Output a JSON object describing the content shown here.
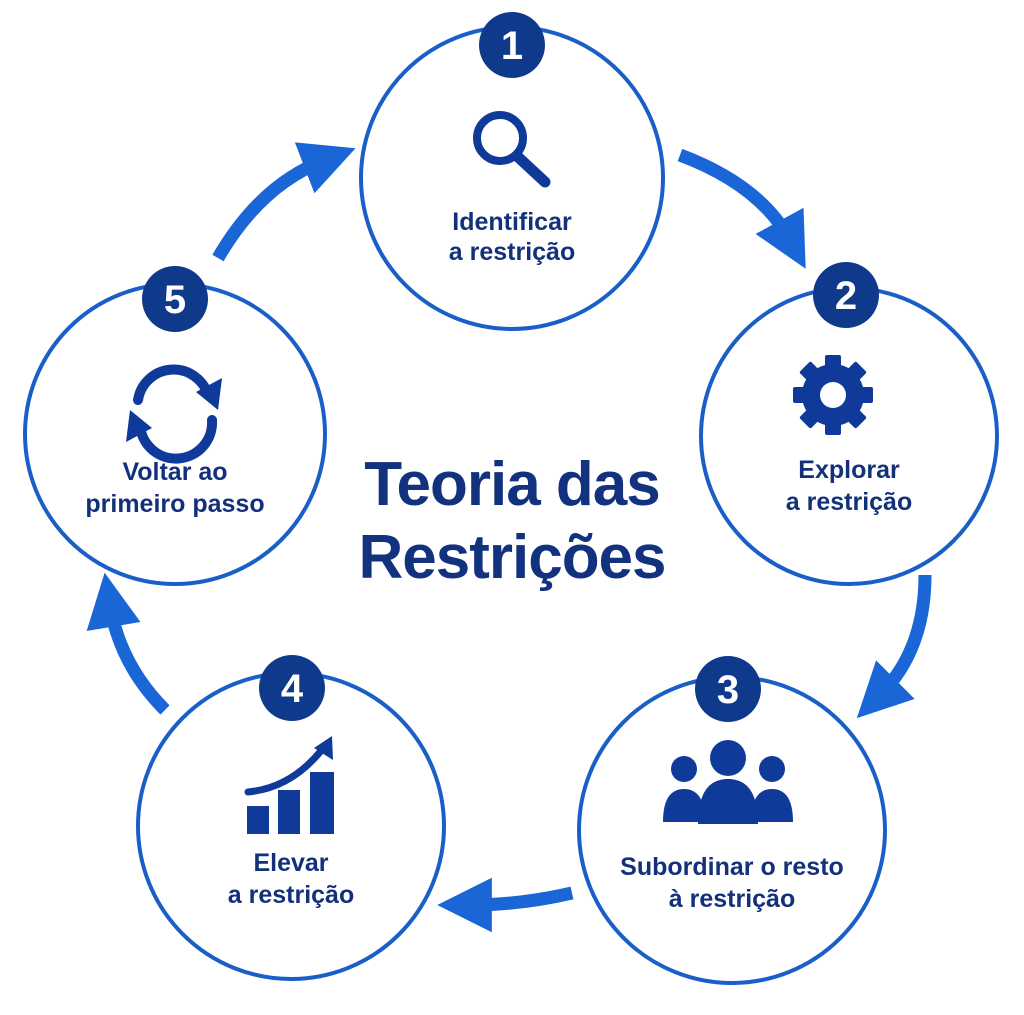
{
  "title": {
    "line1": "Teoria das",
    "line2": "Restrições"
  },
  "steps": [
    {
      "number": "1",
      "line1": "Identificar",
      "line2": "a restrição",
      "icon": "magnifier-icon"
    },
    {
      "number": "2",
      "line1": "Explorar",
      "line2": "a restrição",
      "icon": "gear-icon"
    },
    {
      "number": "3",
      "line1": "Subordinar o resto",
      "line2": "à restrição",
      "icon": "people-group-icon"
    },
    {
      "number": "4",
      "line1": "Elevar",
      "line2": "a restrição",
      "icon": "growth-chart-icon"
    },
    {
      "number": "5",
      "line1": "Voltar ao",
      "line2": "primeiro passo",
      "icon": "refresh-cycle-icon"
    }
  ],
  "colors": {
    "primary": "#1a5fc8",
    "dark": "#0f3a8c",
    "arrow": "#1a66d6",
    "background": "#ffffff"
  }
}
